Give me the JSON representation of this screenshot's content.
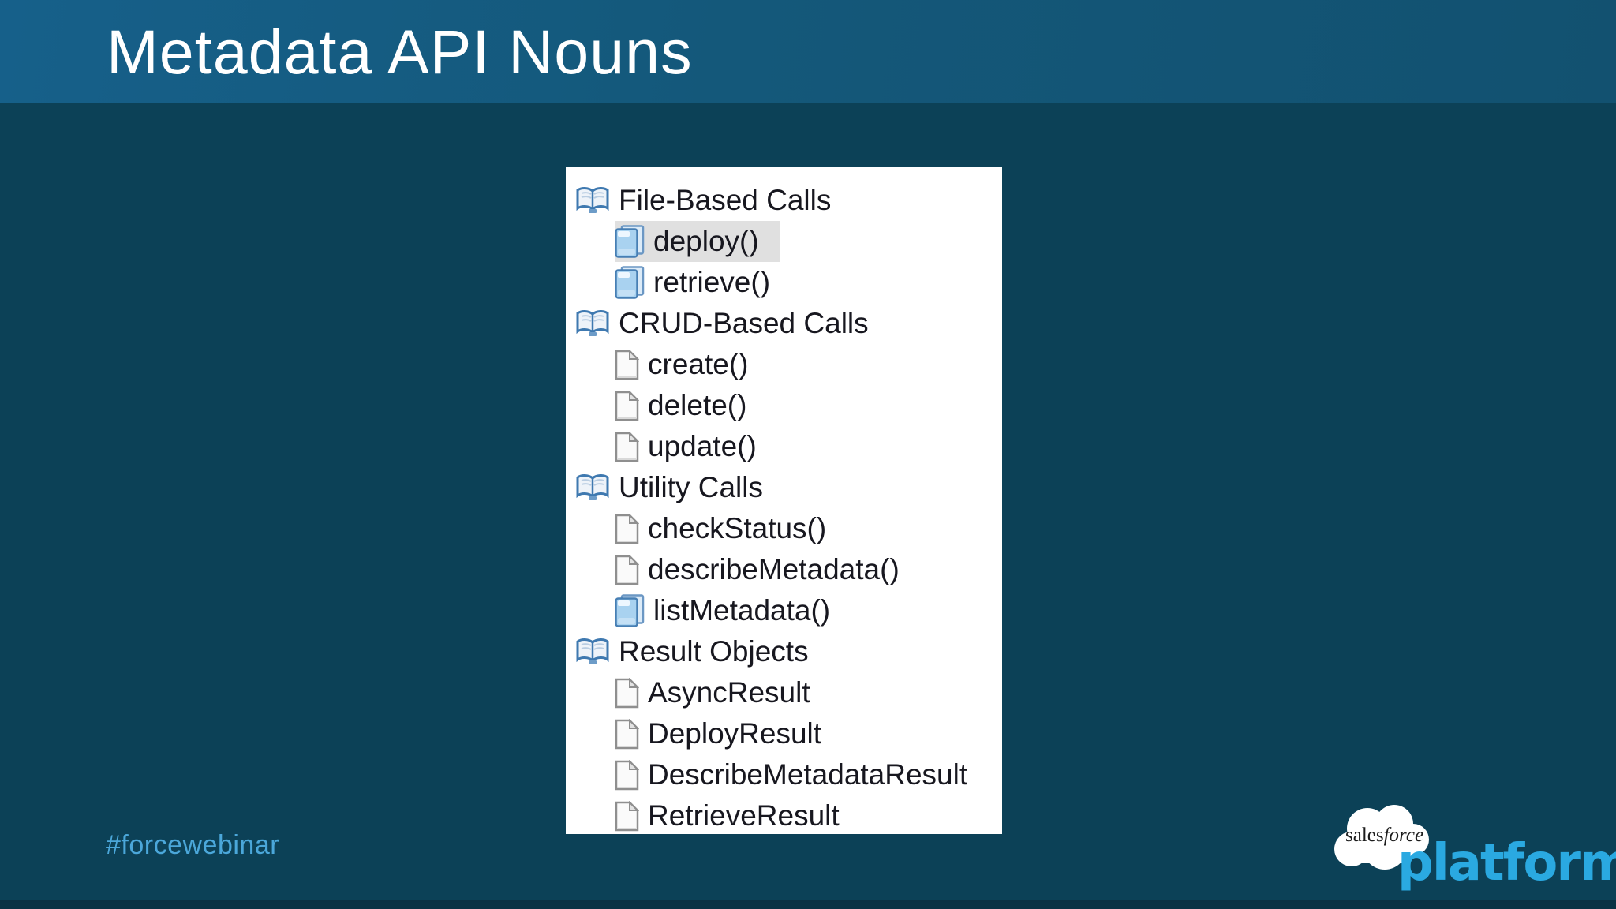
{
  "slide": {
    "title": "Metadata API Nouns",
    "hashtag": "#forcewebinar"
  },
  "tree": {
    "sections": [
      {
        "label": "File-Based Calls",
        "icon": "open-book-icon",
        "items": [
          {
            "label": "deploy()",
            "icon": "blue-doc-icon",
            "selected": true
          },
          {
            "label": "retrieve()",
            "icon": "blue-doc-icon",
            "selected": false
          }
        ]
      },
      {
        "label": "CRUD-Based Calls",
        "icon": "open-book-icon",
        "items": [
          {
            "label": "create()",
            "icon": "page-icon",
            "selected": false
          },
          {
            "label": "delete()",
            "icon": "page-icon",
            "selected": false
          },
          {
            "label": "update()",
            "icon": "page-icon",
            "selected": false
          }
        ]
      },
      {
        "label": "Utility Calls",
        "icon": "open-book-icon",
        "items": [
          {
            "label": "checkStatus()",
            "icon": "page-icon",
            "selected": false
          },
          {
            "label": "describeMetadata()",
            "icon": "page-icon",
            "selected": false
          },
          {
            "label": "listMetadata()",
            "icon": "blue-doc-icon",
            "selected": false
          }
        ]
      },
      {
        "label": "Result Objects",
        "icon": "open-book-icon",
        "items": [
          {
            "label": "AsyncResult",
            "icon": "page-icon",
            "selected": false
          },
          {
            "label": "DeployResult",
            "icon": "page-icon",
            "selected": false
          },
          {
            "label": "DescribeMetadataResult",
            "icon": "page-icon",
            "selected": false
          },
          {
            "label": "RetrieveResult",
            "icon": "page-icon",
            "selected": false
          }
        ]
      }
    ]
  },
  "logo": {
    "salesforce_regular": "sales",
    "salesforce_italic": "force",
    "platform": "platform",
    "trademark": "™"
  },
  "colors": {
    "header_teal": "#14587a",
    "background_teal": "#0c4157",
    "panel_white": "#ffffff",
    "selection_gray": "#e0e0e0",
    "tree_text": "#17171f",
    "hashtag_blue": "#4ba7da",
    "platform_blue": "#2aa9e1"
  }
}
